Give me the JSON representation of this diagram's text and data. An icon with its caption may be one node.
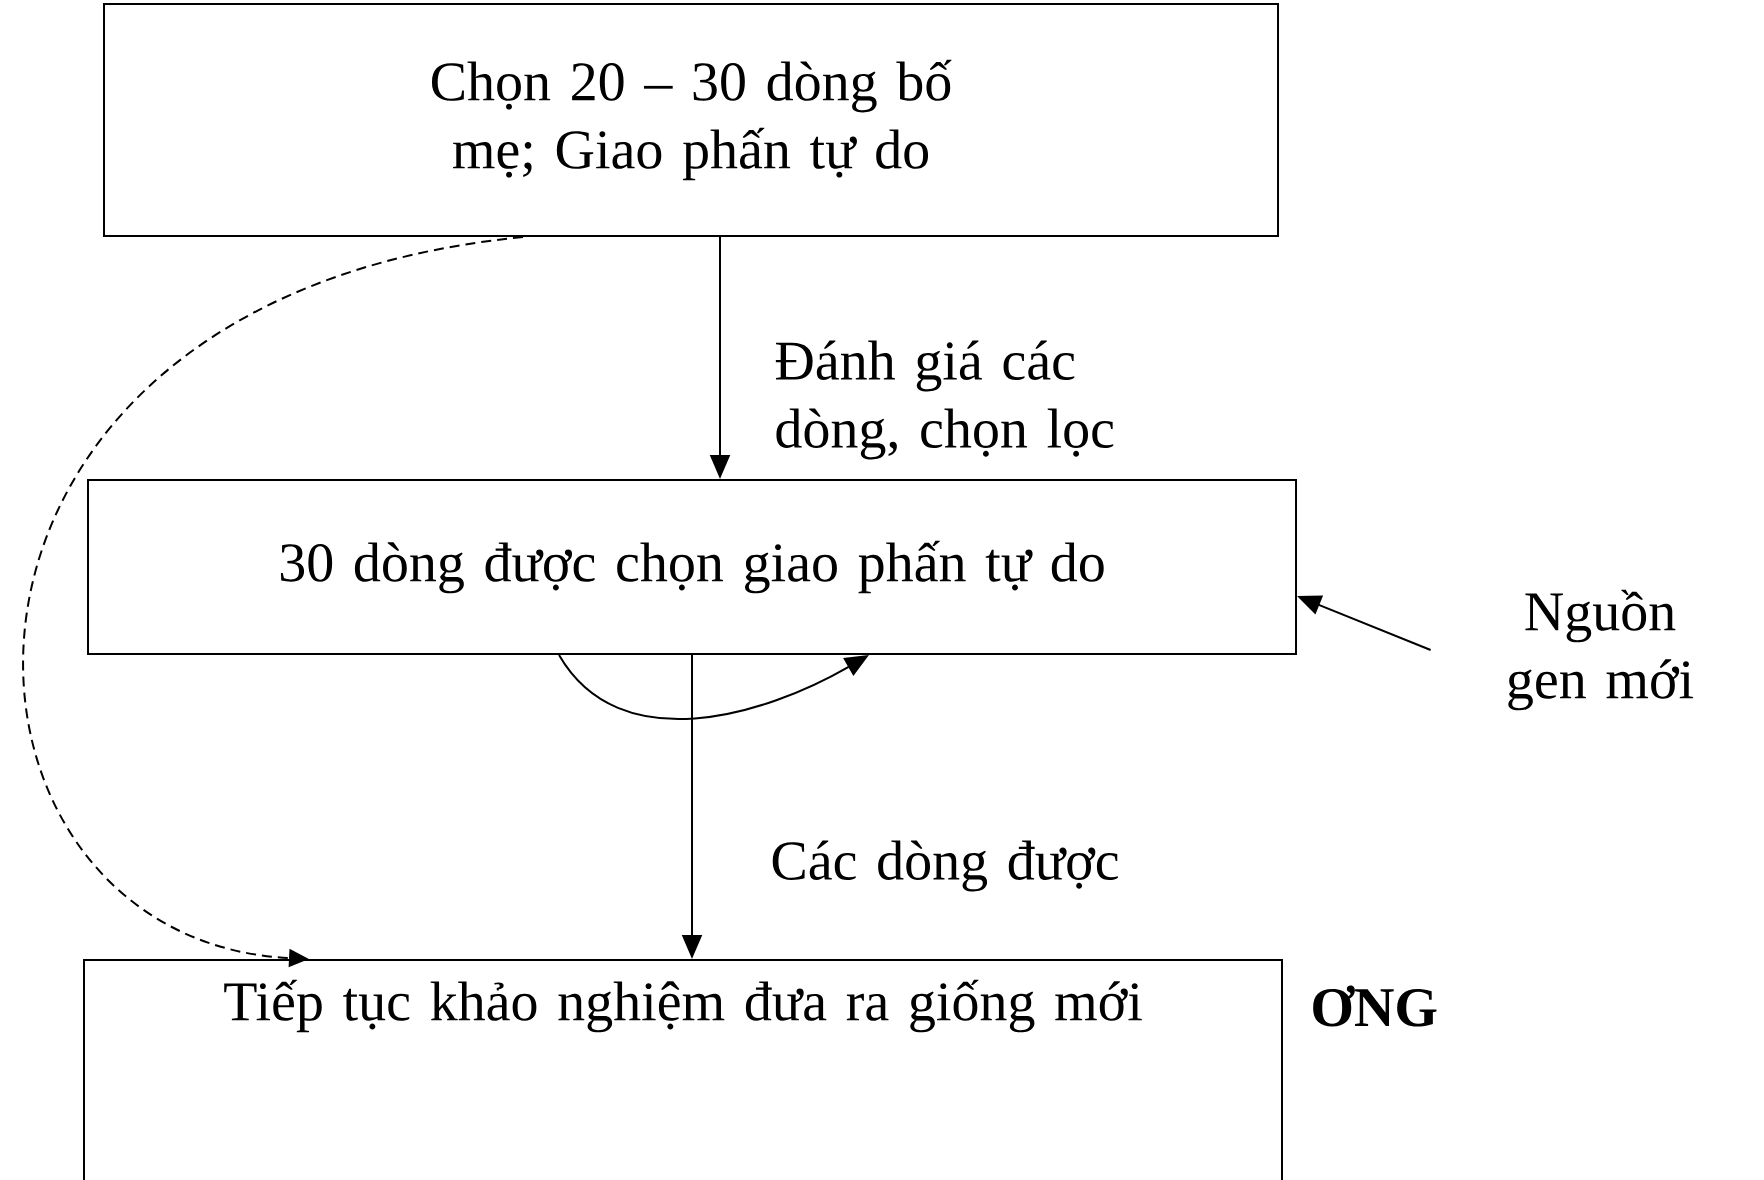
{
  "diagram": {
    "nodes": [
      {
        "text": [
          "Chọn 20 – 30 dòng bố mẹ; Giao phấn tự do"
        ]
      },
      {
        "text": [
          "30 dòng được chọn giao phấn tự do"
        ]
      },
      {
        "text": [
          "Tiếp tục khảo nghiệm đưa ra giống mới"
        ]
      },
      {
        "text": [
          "Nguồn gen mới"
        ]
      }
    ],
    "edges": [
      {
        "from": 0,
        "to": 1,
        "arrow": "to",
        "label": "Đánh giá các dòng, chọn lọc"
      },
      {
        "from": 1,
        "to": 1,
        "arrow": "to"
      },
      {
        "from": 1,
        "to": 2,
        "arrow": "to",
        "label": "Các dòng được"
      },
      {
        "from": 3,
        "to": 1,
        "arrow": "to"
      },
      {
        "from": 0,
        "to": 2,
        "arrow": "to",
        "style": "dashed"
      }
    ],
    "labels": [
      "ƠNG"
    ]
  }
}
